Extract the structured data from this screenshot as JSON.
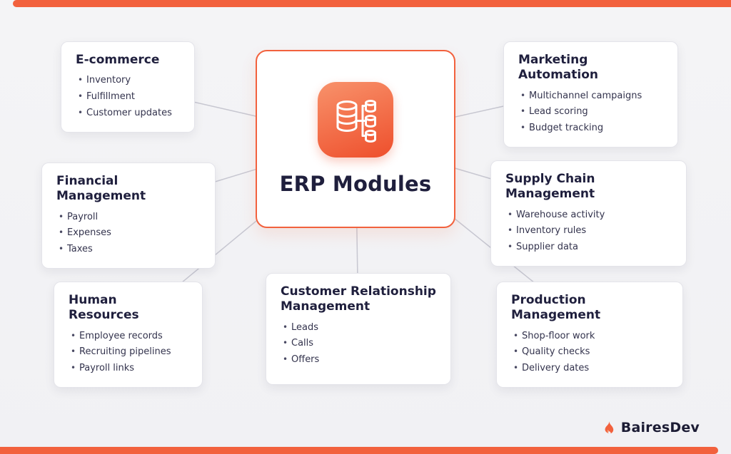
{
  "center": {
    "title": "ERP Modules",
    "icon": "database-icon"
  },
  "modules": [
    {
      "title": "E-commerce",
      "items": [
        "Inventory",
        "Fulfillment",
        "Customer updates"
      ]
    },
    {
      "title": "Marketing Automation",
      "items": [
        "Multichannel campaigns",
        "Lead scoring",
        "Budget tracking"
      ]
    },
    {
      "title": "Financial Management",
      "items": [
        "Payroll",
        "Expenses",
        "Taxes"
      ]
    },
    {
      "title": "Supply Chain Management",
      "items": [
        "Warehouse activity",
        "Inventory rules",
        "Supplier data"
      ]
    },
    {
      "title": "Human Resources",
      "items": [
        "Employee records",
        "Recruiting pipelines",
        "Payroll links"
      ]
    },
    {
      "title": "Customer Relationship Management",
      "items": [
        "Leads",
        "Calls",
        "Offers"
      ]
    },
    {
      "title": "Production Management",
      "items": [
        "Shop-floor work",
        "Quality checks",
        "Delivery dates"
      ]
    }
  ],
  "brand": {
    "name": "BairesDev"
  },
  "colors": {
    "accent": "#F2613D",
    "title_text": "#1F1F3D",
    "body_text": "#33334D",
    "connector_line": "#C7C7D1",
    "card_border": "#E4E4EA",
    "background": "#F2F2F4"
  }
}
